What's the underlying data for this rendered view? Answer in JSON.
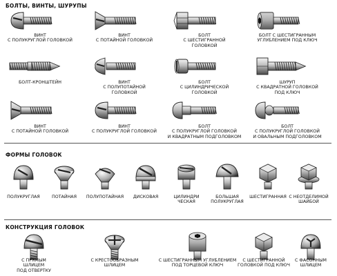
{
  "sections": {
    "s1": "БОЛТЫ, ВИНТЫ, ШУРУПЫ",
    "s2": "ФОРМЫ ГОЛОВОК",
    "s3": "КОНСТРУКЦИЯ ГОЛОВОК"
  },
  "s1_items": [
    "ВИНТ\nС ПОЛУКРУГЛОЙ ГОЛОВКОЙ",
    "ВИНТ\nС ПОТАЙНОЙ ГОЛОВКОЙ",
    "БОЛТ\nС ШЕСТИГРАННОЙ\nГОЛОВКОЙ",
    "БОЛТ С ШЕСТИГРАННЫМ\nУГЛУБЛЕНИЕМ ПОД КЛЮЧ",
    "БОЛТ-КРОНШТЕЙН",
    "ВИНТ\nС ПОЛУПОТАЙНОЙ\nГОЛОВКОЙ",
    "БОЛТ\nС ЦИЛИНДРИЧЕСКОЙ\nГОЛОВКОЙ",
    "ШУРУП\nС КВАДРАТНОЙ ГОЛОВКОЙ\nПОД КЛЮЧ",
    "ВИНТ\nС ПОТАЙНОЙ ГОЛОВКОЙ",
    "ВИНТ\nС ПОЛУКРУГЛОЙ ГОЛОВКОЙ",
    "БОЛТ\nС ПОЛУКРУГЛОЙ ГОЛОВКОЙ\nИ КВАДРАТНЫМ ПОДГОЛОВКОМ",
    "БОЛТ\nС ПОЛУКРУГЛОЙ ГОЛОВКОЙ\nИ ОВАЛЬНЫМ ПОДГОЛОВКОМ"
  ],
  "s2_items": [
    "ПОЛУКРУГЛАЯ",
    "ПОТАЙНАЯ",
    "ПОЛУПОТАЙНАЯ",
    "ДИСКОВАЯ",
    "ЦИЛИНДРИ\nЧЕСКАЯ",
    "БОЛЬШАЯ\nПОЛУКРУГЛАЯ",
    "ШЕСТИГРАННАЯ",
    "С НЕОТДЕЛИМОЙ\nШАЙБОЙ"
  ],
  "s3_items": [
    "С ПРЯМЫМ\nШЛИЦЕМ\nПОД ОТВЕРТКУ",
    "С КРЕСТООБРАЗНЫМ\nШЛИЦЕМ",
    "С ШЕСТИГРАННЫМ УГЛУБЛЕНИЕМ\nПОД ТОРЦЕВОЙ КЛЮЧ",
    "С ШЕСТИГРАННОЙ\nГОЛОВКОЙ ПОД КЛЮЧ",
    "С ФАСОННЫМ\nШЛИЦЕМ"
  ],
  "icons": {
    "s1": [
      "round-head-screw-icon",
      "flat-head-screw-icon",
      "hex-head-bolt-icon",
      "socket-head-bolt-icon",
      "hanger-bolt-icon",
      "oval-head-screw-icon",
      "cylinder-head-bolt-icon",
      "square-head-lag-screw-icon",
      "flat-head-screw-icon",
      "round-head-screw-icon",
      "carriage-bolt-square-neck-icon",
      "carriage-bolt-oval-neck-icon"
    ],
    "s2": [
      "round-head-icon",
      "flat-head-icon",
      "oval-head-icon",
      "pan-head-icon",
      "fillister-head-icon",
      "truss-head-icon",
      "hex-head-icon",
      "hex-washer-head-icon"
    ],
    "s3": [
      "slotted-drive-icon",
      "phillips-drive-icon",
      "socket-drive-icon",
      "hex-drive-icon",
      "special-drive-icon"
    ]
  }
}
